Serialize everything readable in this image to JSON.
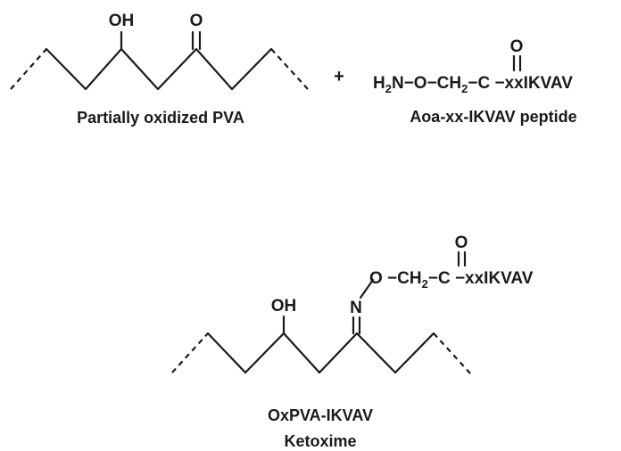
{
  "reactant1": {
    "hydroxyl_label": "OH",
    "keto_label": "O",
    "caption": "Partially oxidized PVA"
  },
  "plus_sign": "+",
  "reactant2": {
    "amine_prefix": "H",
    "amine_sub": "2",
    "amine_suffix": "N−O−CH",
    "ch2_sub": "2",
    "chain_tail": "−C −xxIKVAV",
    "carbonyl_label": "O",
    "caption": "Aoa-xx-IKVAV peptide"
  },
  "product": {
    "oxygen_chain_prefix": "O −CH",
    "ch2_sub": "2",
    "chain_tail": "−C −xxIKVAV",
    "carbonyl_label": "O",
    "hydroxyl_label": "OH",
    "imine_label": "N",
    "caption_line1": "OxPVA-IKVAV",
    "caption_line2": "Ketoxime"
  },
  "colors": {
    "ink": "#1a1a1a",
    "background": "#ffffff"
  }
}
